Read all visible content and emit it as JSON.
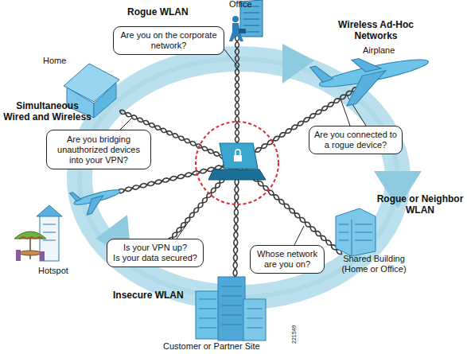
{
  "diagram": {
    "nodes": [
      {
        "text": [
          "Are you on the corporate network?"
        ]
      },
      {
        "text": [
          "Are you bridging unauthorized devices into your VPN?"
        ]
      },
      {
        "text": [
          "Are you connected to a rogue device?"
        ]
      },
      {
        "text": [
          "Is your VPN up?",
          "Is your data secured?"
        ]
      },
      {
        "text": [
          "Whose network are you on?"
        ]
      }
    ],
    "labels": [
      "Office",
      "Rogue WLAN",
      "Wireless Ad-Hoc Networks",
      "Airplane",
      "Home",
      "Simultaneous Wired and Wireless",
      "Rogue or Neighbor WLAN",
      "Shared Building (Home or Office)",
      "Hotspot",
      "Insecure WLAN",
      "221549",
      "Customer or Partner Site"
    ]
  }
}
